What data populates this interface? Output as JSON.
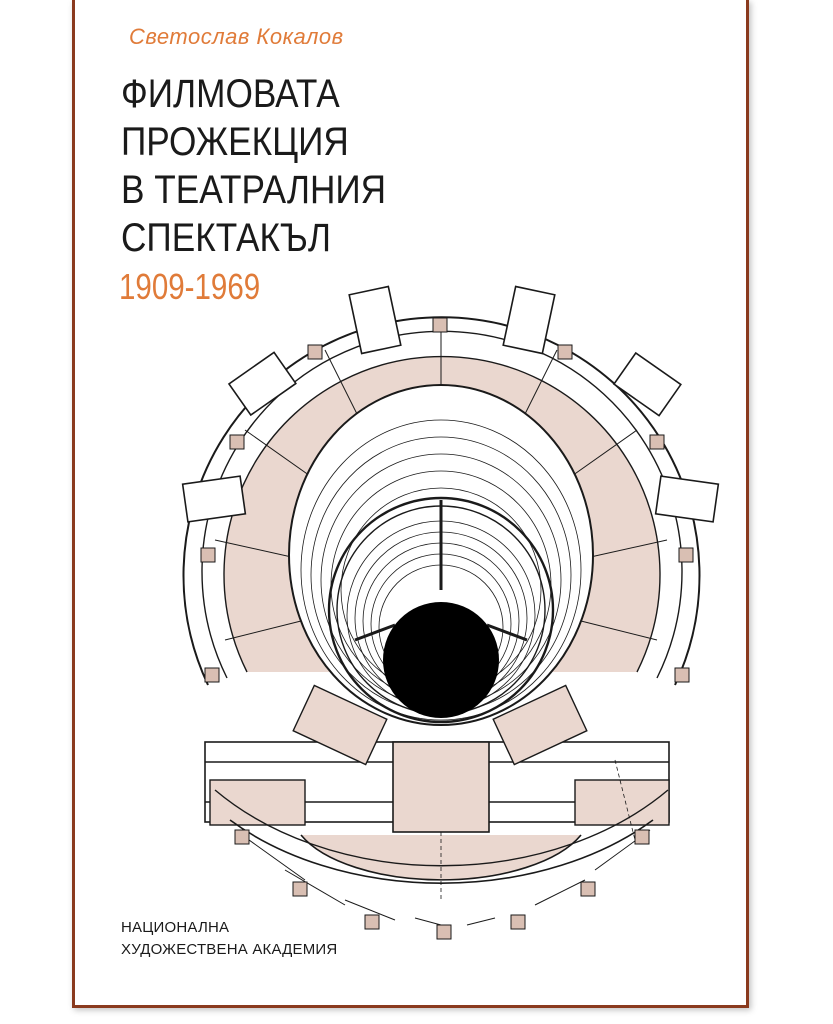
{
  "author": "Светослав Кокалов",
  "title_lines": [
    "ФИЛМОВАТА",
    "ПРОЖЕКЦИЯ",
    "В ТЕАТРАЛНИЯ",
    "СПЕКТАКЪЛ"
  ],
  "years": "1909-1969",
  "publisher_lines": [
    "НАЦИОНАЛНА",
    "ХУДОЖЕСТВЕНА АКАДЕМИЯ"
  ],
  "colors": {
    "accent": "#e07b39",
    "frame": "#8a3a1e",
    "plan_fill": "#ead7cf",
    "plan_fill_dark": "#d9bfb3",
    "ink": "#1a1a1a"
  }
}
